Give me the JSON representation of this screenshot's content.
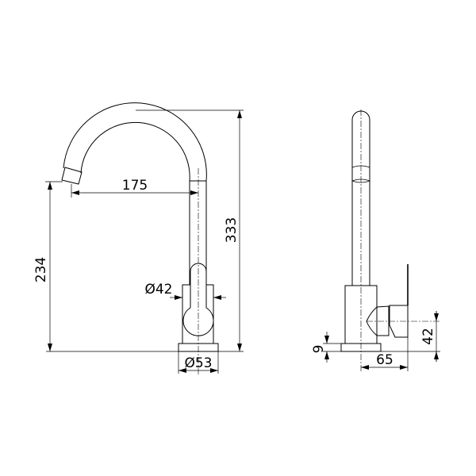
{
  "front_view": {
    "dimensions": {
      "spout_reach": "175",
      "spout_height": "234",
      "total_height": "333",
      "body_diameter": "Ø42",
      "base_diameter": "Ø53"
    }
  },
  "side_view": {
    "dimensions": {
      "base_thickness": "9",
      "handle_depth": "65",
      "handle_height": "42"
    }
  }
}
